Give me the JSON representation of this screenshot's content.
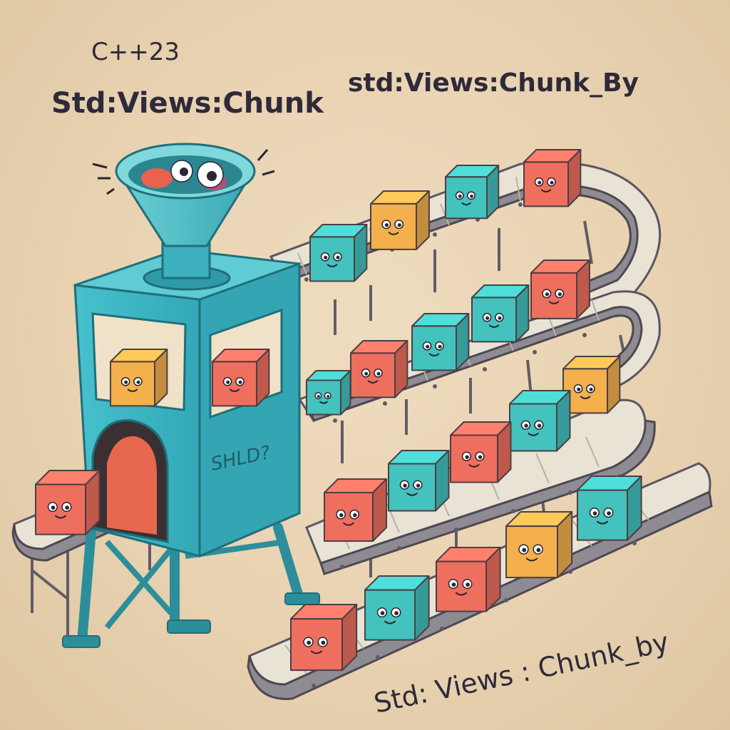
{
  "labels": {
    "cpp_version": "C++23",
    "chunk_view": "Std:Views:Chunk",
    "chunk_by_view_top": "std:Views:Chunk_By",
    "chunk_by_view_bottom": "Std: Views : Chunk_by",
    "machine_label": "SHLD?"
  },
  "colors": {
    "background": "#e8d2b1",
    "machine": "#3fb7c4",
    "machine_dark": "#2c8e9b",
    "box_red": "#ef6f5e",
    "box_orange": "#f4b04d",
    "box_teal": "#44c2be",
    "box_blue": "#4fb3cc",
    "belt": "#e9e3d6",
    "belt_side": "#8f8b93",
    "text": "#2e2a3a"
  },
  "icons": {
    "funnel": "funnel-icon",
    "conveyor": "conveyor-belt",
    "box": "smiling-box"
  }
}
